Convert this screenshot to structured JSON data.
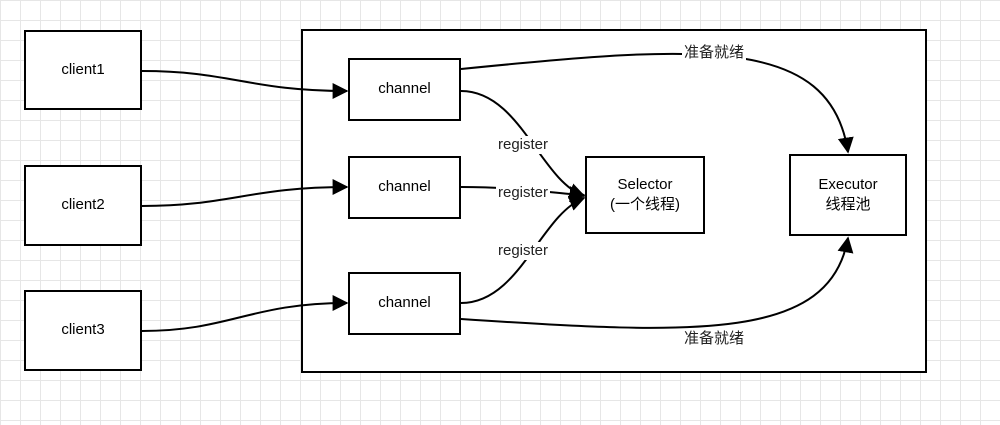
{
  "clients": [
    {
      "label": "client1"
    },
    {
      "label": "client2"
    },
    {
      "label": "client3"
    }
  ],
  "channels": [
    {
      "label": "channel"
    },
    {
      "label": "channel"
    },
    {
      "label": "channel"
    }
  ],
  "selector": {
    "line1": "Selector",
    "line2": "(一个线程)"
  },
  "executor": {
    "line1": "Executor",
    "line2": "线程池"
  },
  "edge_labels": {
    "register_top": "register",
    "register_middle": "register",
    "register_bottom": "register",
    "ready_top": "准备就绪",
    "ready_bottom": "准备就绪"
  }
}
